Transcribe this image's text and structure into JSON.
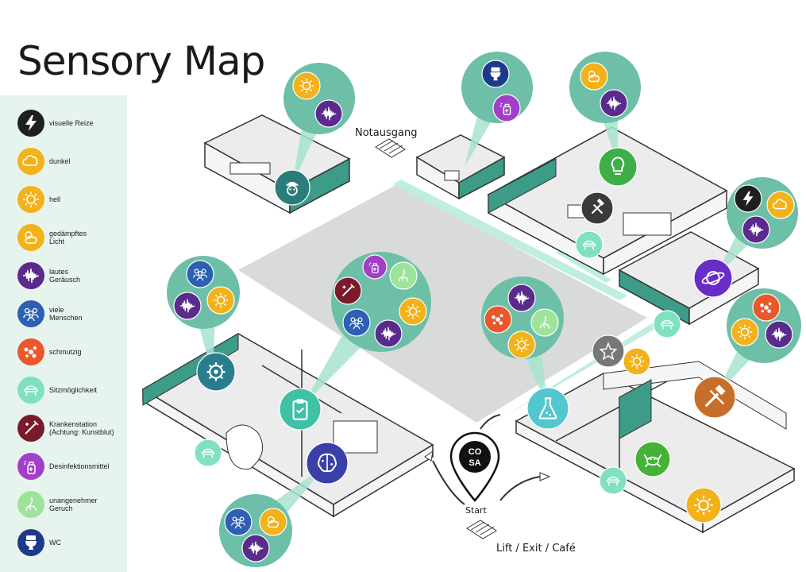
{
  "title": "Sensory Map",
  "colors": {
    "visual": "#1f1f1f",
    "dark": "#f2b21c",
    "bright": "#f2b21c",
    "dimmed": "#f2b21c",
    "loud": "#5a2a8c",
    "crowd": "#2d5fb3",
    "dirty": "#e9572a",
    "seat": "#7fe0c2",
    "medical": "#7a1b2c",
    "disinfect": "#a23fc7",
    "smell": "#9ee39a",
    "wc": "#1d3a8a",
    "bubble": "#6dbfa8",
    "floor": "#d9dbdb",
    "wall": "#3c9c88",
    "path": "#bfeede"
  },
  "legend": [
    {
      "icon": "lightning-icon",
      "label": "visuelle Reize",
      "color": "#1f1f1f"
    },
    {
      "icon": "cloud-icon",
      "label": "dunkel",
      "color": "#f2b21c"
    },
    {
      "icon": "sun-icon",
      "label": "hell",
      "color": "#f2b21c"
    },
    {
      "icon": "sun-cloud-icon",
      "label": "gedämpftes\nLicht",
      "color": "#f2b21c"
    },
    {
      "icon": "soundwave-icon",
      "label": "lautes\nGeräusch",
      "color": "#5a2a8c"
    },
    {
      "icon": "people-icon",
      "label": "viele\nMenschen",
      "color": "#2d5fb3"
    },
    {
      "icon": "splat-icon",
      "label": "schmutzig",
      "color": "#e9572a"
    },
    {
      "icon": "seat-icon",
      "label": "Sitzmöglichkeit",
      "color": "#7fe0c2"
    },
    {
      "icon": "syringe-icon",
      "label": "Krankenstation\n(Achtung: Kunstblut)",
      "color": "#7a1b2c"
    },
    {
      "icon": "spray-icon",
      "label": "Desinfektionsmittel",
      "color": "#a23fc7"
    },
    {
      "icon": "smell-icon",
      "label": "unangenehmer\nGeruch",
      "color": "#9ee39a"
    },
    {
      "icon": "toilet-icon",
      "label": "WC",
      "color": "#1d3a8a"
    }
  ],
  "map": {
    "emergency_exit": "Notausgang",
    "start": "Start",
    "exit": "Lift / Exit / Café",
    "logo": [
      "CO",
      "SA"
    ]
  }
}
